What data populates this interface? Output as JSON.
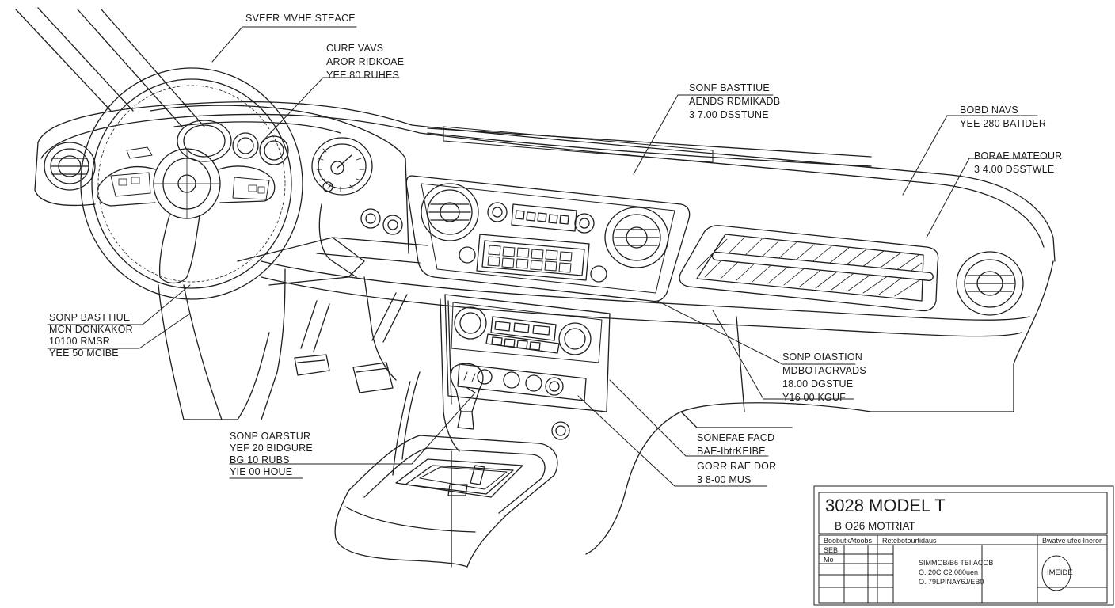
{
  "callouts": [
    {
      "id": "steering-wheel",
      "lines": [
        "SVEER MVHE STEACE"
      ]
    },
    {
      "id": "gauge-cluster",
      "lines": [
        "CURE VAVS",
        "AROR RIDKOAE",
        "YEE 80 RUHES"
      ]
    },
    {
      "id": "dash-top",
      "lines": [
        "SONF BASTTIUE",
        "AENDS RDMIKADB",
        "3 7.00 DSSTUNE"
      ]
    },
    {
      "id": "dash-right-upper",
      "lines": [
        "BOBD NAVS",
        "YEE 280 BATIDER"
      ]
    },
    {
      "id": "dash-right-lower",
      "lines": [
        "BORAE MATEOUR",
        "3 4.00 DSSTWLE"
      ]
    },
    {
      "id": "left-column",
      "lines": [
        "SONP BASTTIUE",
        "MCN DONKAKOR",
        "10100 RMSR",
        "YEE 50 MCIBE"
      ]
    },
    {
      "id": "center-right",
      "lines": [
        "SONP OIASTION",
        "MDBOTACRVADS",
        "18.00 DGSTUE",
        "Y16 00 KGUF"
      ]
    },
    {
      "id": "lower-left",
      "lines": [
        "SONP OARSTUR",
        "YEF 20 BIDGURE",
        "BG 10 RUBS",
        "YIE 00 HOUE"
      ]
    },
    {
      "id": "lower-right",
      "lines": [
        "SONEFAE FACD",
        "BAE-IbtrKEIBE",
        "GORR RAE DOR",
        "3 8-00 MUS"
      ]
    }
  ],
  "title_block": {
    "title": "3028 MODEL T",
    "subtitle": "B O26 MOTRIAT",
    "col_headers": [
      "BoobutkAtoobs",
      "Retebotourtidaus",
      "Bwatve ufec Ineror"
    ],
    "small_cells": [
      "SEB",
      "Mo"
    ],
    "notes": [
      "SIMMOB/B6 TBIIACOB",
      "O. 20C C2.080uen",
      "O. 79LPINAY6J/EB0"
    ],
    "stamp": "IMEIDE"
  }
}
